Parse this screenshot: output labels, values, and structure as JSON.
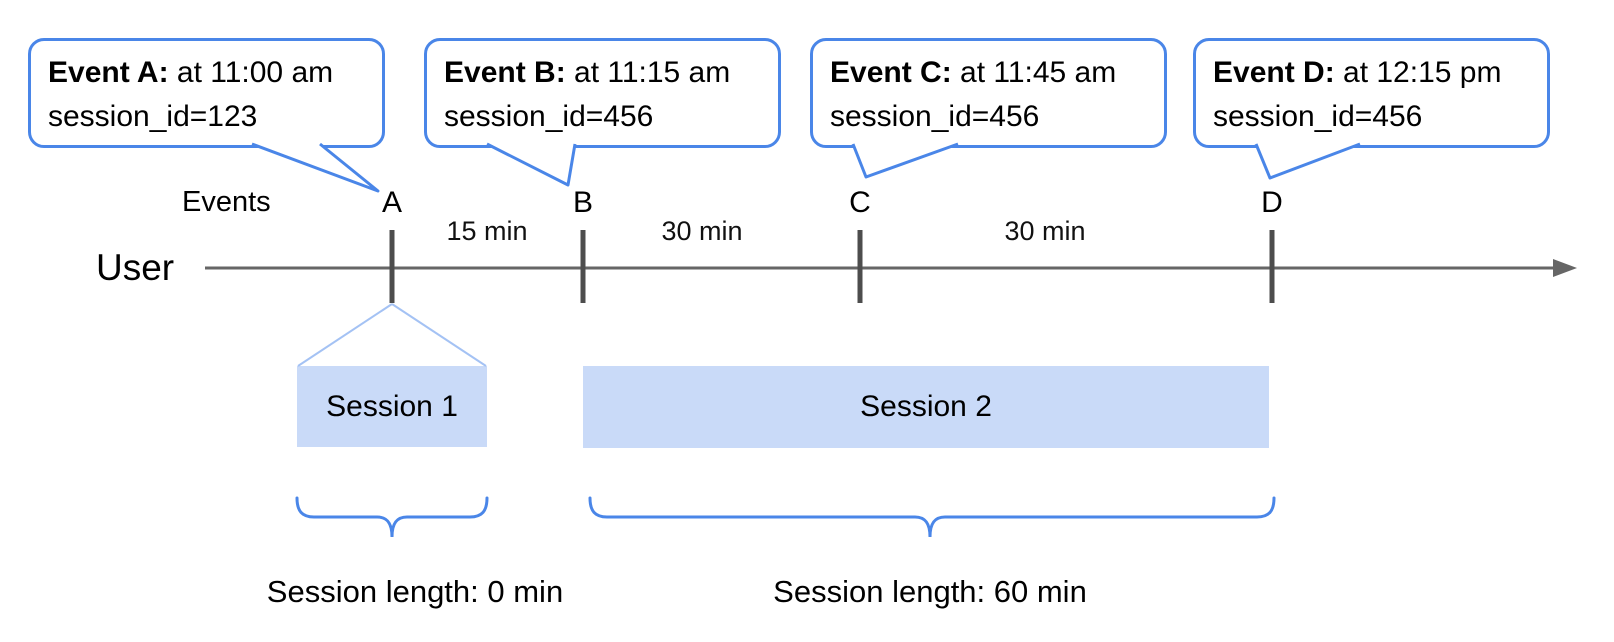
{
  "bubbles": [
    {
      "bold": "Event A:",
      "time": " at 11:00 am",
      "session": "session_id=123"
    },
    {
      "bold": "Event B:",
      "time": " at 11:15 am",
      "session": "session_id=456"
    },
    {
      "bold": "Event C:",
      "time": " at 11:45 am",
      "session": "session_id=456"
    },
    {
      "bold": "Event D:",
      "time": " at 12:15 pm",
      "session": "session_id=456"
    }
  ],
  "axis": {
    "events_label": "Events",
    "user_label": "User",
    "tick_labels": [
      "A",
      "B",
      "C",
      "D"
    ],
    "interval_labels": [
      "15 min",
      "30 min",
      "30 min"
    ]
  },
  "sessions": [
    {
      "label": "Session 1",
      "length_label": "Session length: 0 min"
    },
    {
      "label": "Session 2",
      "length_label": "Session length: 60 min"
    }
  ],
  "colors": {
    "accent_blue": "#4a86e8",
    "session_fill": "#c9daf8",
    "funnel_line": "#a4c2f4",
    "timeline_gray": "#666666",
    "tick_gray": "#4d4d4d"
  }
}
